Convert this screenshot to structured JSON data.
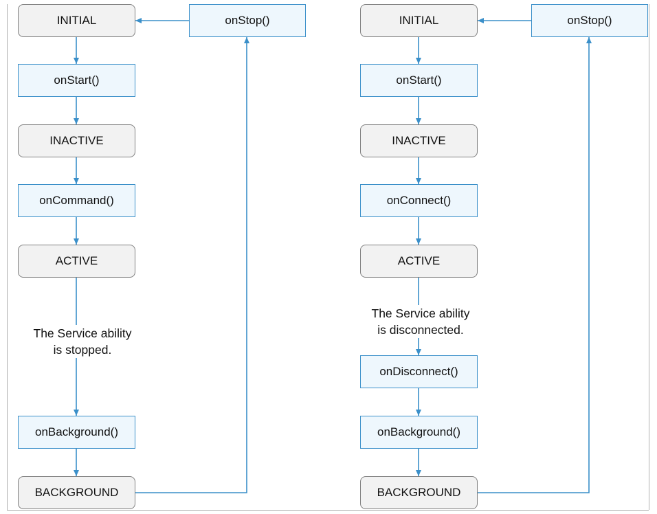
{
  "colors": {
    "arrow": "#3a8fc9",
    "state_fill": "#f2f2f2",
    "state_border": "#7f7f7f",
    "callback_fill": "#eef7fd",
    "callback_border": "#3a8fc9",
    "frame": "#b0b0b0"
  },
  "left": {
    "initial": "INITIAL",
    "on_start": "onStart()",
    "inactive": "INACTIVE",
    "on_command": "onCommand()",
    "active": "ACTIVE",
    "note_line1": "The Service ability",
    "note_line2": "is stopped.",
    "on_background": "onBackground()",
    "background": "BACKGROUND",
    "on_stop": "onStop()"
  },
  "right": {
    "initial": "INITIAL",
    "on_start": "onStart()",
    "inactive": "INACTIVE",
    "on_connect": "onConnect()",
    "active": "ACTIVE",
    "note_line1": "The Service ability",
    "note_line2": "is disconnected.",
    "on_disconnect": "onDisconnect()",
    "on_background": "onBackground()",
    "background": "BACKGROUND",
    "on_stop": "onStop()"
  }
}
